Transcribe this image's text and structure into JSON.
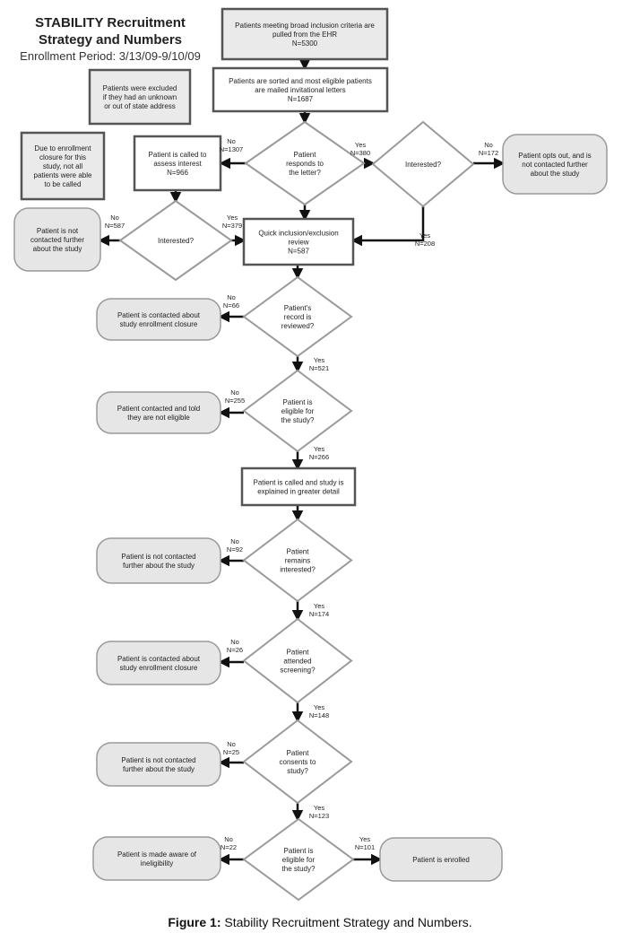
{
  "title": {
    "line1": "STABILITY Recruitment",
    "line2": "Strategy and Numbers",
    "period": "Enrollment Period: 3/13/09-9/10/09"
  },
  "nodes": {
    "ehr_pull": [
      "Patients meeting broad inclusion criteria are",
      "pulled from the EHR",
      "N=5300"
    ],
    "excluded_address": [
      "Patients were excluded",
      "if they had an unknown",
      "or out of state address"
    ],
    "mailed_letters": [
      "Patients are sorted and most eligible patients",
      "are mailed invitational letters",
      "N=1687"
    ],
    "closure_note": [
      "Due to enrollment",
      "closure for this",
      "study, not all",
      "patients were able",
      "to be called"
    ],
    "called_interest": [
      "Patient is called to",
      "assess interest",
      "N=966"
    ],
    "responds": [
      "Patient",
      "responds to",
      "the letter?"
    ],
    "interested_letter": [
      "Interested?"
    ],
    "opts_out": [
      "Patient opts out, and is",
      "not contacted further",
      "about the study"
    ],
    "not_contacted_1": [
      "Patient is not",
      "contacted further",
      "about the study"
    ],
    "interested_call": [
      "Interested?"
    ],
    "quick_review": [
      "Quick inclusion/exclusion",
      "review",
      "N=587"
    ],
    "contacted_closure_1": [
      "Patient is contacted about",
      "study enrollment closure"
    ],
    "record_reviewed": [
      "Patient's",
      "record is",
      "reviewed?"
    ],
    "told_not_eligible": [
      "Patient contacted and told",
      "they are not eligible"
    ],
    "eligible_1": [
      "Patient is",
      "eligible for",
      "the study?"
    ],
    "called_detail": [
      "Patient is called and study is",
      "explained in greater detail"
    ],
    "not_contacted_2": [
      "Patient is not contacted",
      "further about the study"
    ],
    "remains_interested": [
      "Patient",
      "remains",
      "interested?"
    ],
    "contacted_closure_2": [
      "Patient is contacted about",
      "study enrollment closure"
    ],
    "attended_screening": [
      "Patient",
      "attended",
      "screening?"
    ],
    "not_contacted_3": [
      "Patient is not contacted",
      "further about the study"
    ],
    "consents": [
      "Patient",
      "consents to",
      "study?"
    ],
    "made_aware": [
      "Patient is made aware of",
      "ineligibility"
    ],
    "eligible_2": [
      "Patient is",
      "eligible for",
      "the study?"
    ],
    "enrolled": [
      "Patient is enrolled"
    ]
  },
  "edges": {
    "responds_no": [
      "No",
      "N=1307"
    ],
    "responds_yes": [
      "Yes",
      "N=380"
    ],
    "interested_letter_no": [
      "No",
      "N=172"
    ],
    "interested_letter_yes": [
      "Yes",
      "N=208"
    ],
    "interested_call_no": [
      "No",
      "N=587"
    ],
    "interested_call_yes": [
      "Yes",
      "N=379"
    ],
    "record_no": [
      "No",
      "N=66"
    ],
    "record_yes": [
      "Yes",
      "N=521"
    ],
    "eligible1_no": [
      "No",
      "N=255"
    ],
    "eligible1_yes": [
      "Yes",
      "N=266"
    ],
    "remains_no": [
      "No",
      "N=92"
    ],
    "remains_yes": [
      "Yes",
      "N=174"
    ],
    "attended_no": [
      "No",
      "N=26"
    ],
    "attended_yes": [
      "Yes",
      "N=148"
    ],
    "consents_no": [
      "No",
      "N=25"
    ],
    "consents_yes": [
      "Yes",
      "N=123"
    ],
    "eligible2_no": [
      "No",
      "N=22"
    ],
    "eligible2_yes": [
      "Yes",
      "N=101"
    ]
  },
  "caption": {
    "label": "Figure 1:",
    "text": " Stability Recruitment Strategy and Numbers."
  },
  "colors": {
    "box_fill": "#ffffff",
    "rounded_fill": "#e6e6e6",
    "shaded_fill": "#eaeaea",
    "stroke": "#555555",
    "arrow": "#111111"
  }
}
